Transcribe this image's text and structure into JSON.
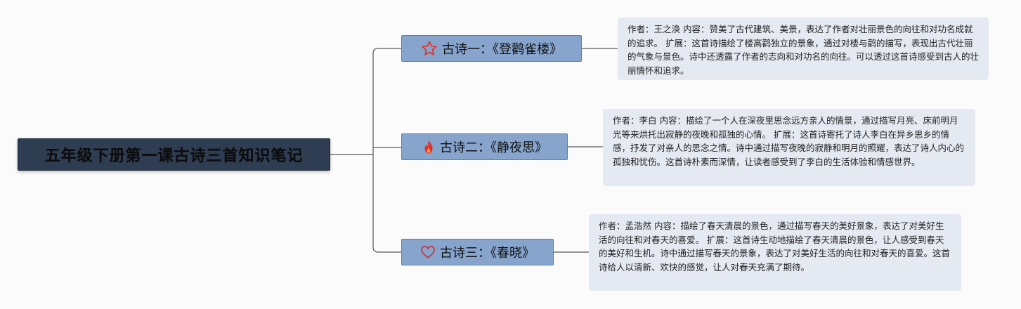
{
  "root": {
    "title": "五年级下册第一课古诗三首知识笔记"
  },
  "branches": [
    {
      "icon": "star-icon",
      "title": "古诗一：《登鹳雀楼》",
      "note": "作者：王之涣 内容：赞美了古代建筑、美景，表达了作者对壮丽景色的向往和对功名成就的追求。 扩展：这首诗描绘了楼高鹳独立的景象，通过对楼与鹳的描写，表现出古代壮丽的气象与景色。诗中还透露了作者的志向和对功名的向往。可以透过这首诗感受到古人的壮丽情怀和追求。"
    },
    {
      "icon": "fire-icon",
      "title": "古诗二：《静夜思》",
      "note": "作者：李白 内容：描绘了一个人在深夜里思念远方亲人的情景，通过描写月亮、床前明月光等来烘托出寂静的夜晚和孤独的心情。 扩展：这首诗寄托了诗人李白在异乡思乡的情感，抒发了对亲人的思念之情。诗中通过描写夜晚的寂静和明月的照耀，表达了诗人内心的孤独和忧伤。这首诗朴素而深情，让读者感受到了李白的生活体验和情感世界。"
    },
    {
      "icon": "heart-icon",
      "title": "古诗三：《春晓》",
      "note": "作者：孟浩然 内容：描绘了春天清晨的景色，通过描写春天的美好景象，表达了对美好生活的向往和对春天的喜爱。 扩展：这首诗生动地描绘了春天清晨的景色，让人感受到春天的美好和生机。诗中通过描写春天的景象，表达了对美好生活的向往和对春天的喜爱。这首诗给人以清新、欢快的感觉，让人对春天充满了期待。"
    }
  ]
}
